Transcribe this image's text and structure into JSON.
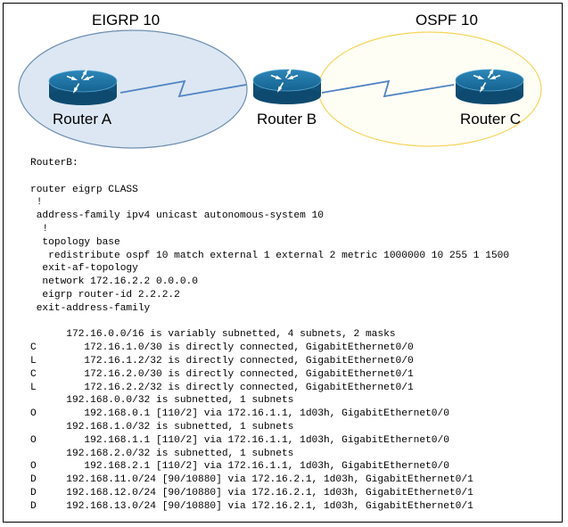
{
  "diagram": {
    "domains": [
      {
        "key": "eigrp",
        "label": "EIGRP 10",
        "stroke": "#6f8fb0",
        "fill": "#dce7f3"
      },
      {
        "key": "ospf",
        "label": "OSPF 10",
        "stroke": "#f5d55a",
        "fill": "#fffef5"
      }
    ],
    "routers": [
      {
        "key": "a",
        "label": "Router A",
        "color": "#1d6f9c"
      },
      {
        "key": "b",
        "label": "Router B",
        "color": "#1d6f9c"
      },
      {
        "key": "c",
        "label": "Router C",
        "color": "#1d6f9c"
      }
    ],
    "link_color": "#4f83c4"
  },
  "config_lines": [
    "RouterB:",
    "",
    "router eigrp CLASS",
    " !",
    " address-family ipv4 unicast autonomous-system 10",
    "  !",
    "  topology base",
    "   redistribute ospf 10 match external 1 external 2 metric 1000000 10 255 1 1500",
    "  exit-af-topology",
    "  network 172.16.2.2 0.0.0.0",
    "  eigrp router-id 2.2.2.2",
    " exit-address-family",
    "",
    "      172.16.0.0/16 is variably subnetted, 4 subnets, 2 masks",
    "C        172.16.1.0/30 is directly connected, GigabitEthernet0/0",
    "L        172.16.1.2/32 is directly connected, GigabitEthernet0/0",
    "C        172.16.2.0/30 is directly connected, GigabitEthernet0/1",
    "L        172.16.2.2/32 is directly connected, GigabitEthernet0/1",
    "      192.168.0.0/32 is subnetted, 1 subnets",
    "O        192.168.0.1 [110/2] via 172.16.1.1, 1d03h, GigabitEthernet0/0",
    "      192.168.1.0/32 is subnetted, 1 subnets",
    "O        192.168.1.1 [110/2] via 172.16.1.1, 1d03h, GigabitEthernet0/0",
    "      192.168.2.0/32 is subnetted, 1 subnets",
    "O        192.168.2.1 [110/2] via 172.16.1.1, 1d03h, GigabitEthernet0/0",
    "D     192.168.11.0/24 [90/10880] via 172.16.2.1, 1d03h, GigabitEthernet0/1",
    "D     192.168.12.0/24 [90/10880] via 172.16.2.1, 1d03h, GigabitEthernet0/1",
    "D     192.168.13.0/24 [90/10880] via 172.16.2.1, 1d03h, GigabitEthernet0/1"
  ]
}
